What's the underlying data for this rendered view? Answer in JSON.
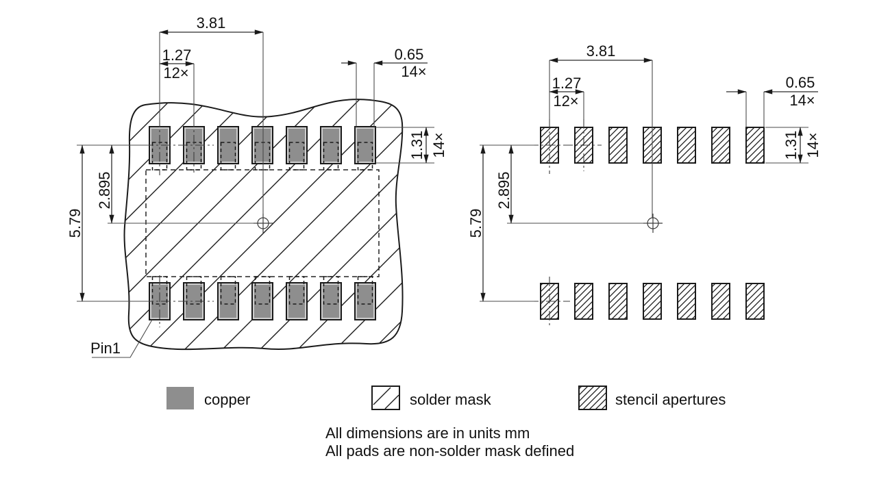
{
  "dims": {
    "span": "3.81",
    "pitch": "1.27",
    "pitch_qty": "12×",
    "width": "0.65",
    "width_qty": "14×",
    "height": "1.31",
    "height_qty": "14×",
    "half_row": "2.895",
    "row": "5.79"
  },
  "pin1_label": "Pin1",
  "legend": [
    {
      "swatch": "copper",
      "label": "copper"
    },
    {
      "swatch": "solder-mask",
      "label": "solder mask"
    },
    {
      "swatch": "stencil-apertures",
      "label": "stencil apertures"
    }
  ],
  "notes": [
    "All dimensions are in units mm",
    "All pads are non-solder mask defined"
  ],
  "colors": {
    "background": "#ffffff",
    "line": "#1a1a1a",
    "copper_fill": "#8e8e8e",
    "copper_inner_ring": "#cdcdcd"
  },
  "structure": {
    "pad_columns": 7,
    "pad_rows": 2,
    "total_pads": 14,
    "total_apertures": 14
  }
}
